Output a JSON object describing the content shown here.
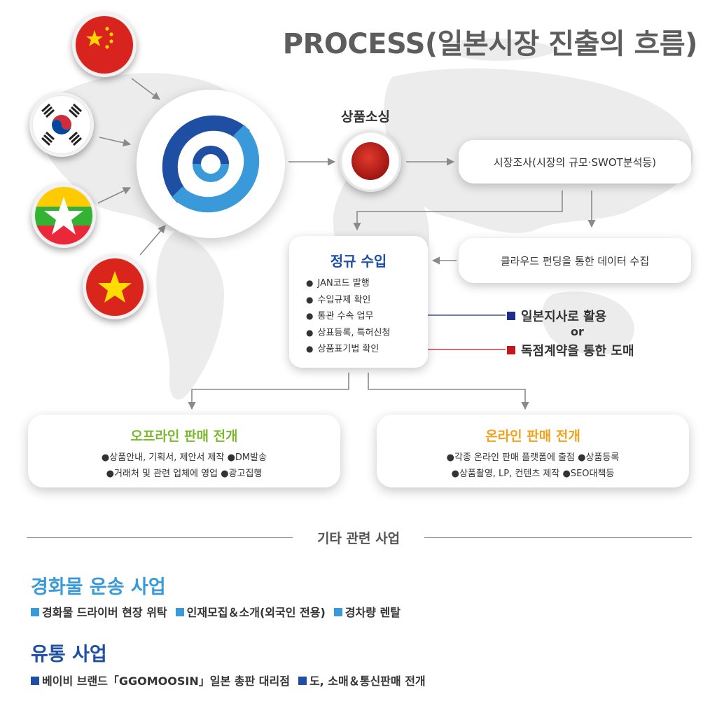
{
  "title": "PROCESS(일본시장 진출의 흐름)",
  "flags": {
    "china": "china-flag-icon",
    "korea": "korea-flag-icon",
    "myanmar": "myanmar-flag-icon",
    "vietnam": "vietnam-flag-icon",
    "japan": "japan-flag-icon"
  },
  "logo": "company-logo-icon",
  "sourcing": {
    "label": "상품소싱"
  },
  "market_research": "시장조사(시장의 규모·SWOT분석등)",
  "cloud_funding": "클라우드 펀딩을 통한 데이터 수집",
  "regular_import": {
    "title": "정규 수입",
    "items": [
      "JAN코드 발행",
      "수입규제 확인",
      "통관 수속 업무",
      "상표등록, 특허신청",
      "상품표기법 확인"
    ]
  },
  "branches": {
    "japan_branch": "일본지사로 활용",
    "or": "or",
    "exclusive": "독점계약을 통한 도매",
    "colors": {
      "japan_branch": "#1c2f8f",
      "exclusive": "#c4161c"
    }
  },
  "offline": {
    "title": "오프라인 판매 전개",
    "line1": "●상품안내, 기획서, 제안서 제작 ●DM발송",
    "line2": "●거래처 및 관련 업체에 영업  ●광고집행",
    "color": "#7cb82f"
  },
  "online": {
    "title": "온라인 판매 전개",
    "line1": "●각종 온라인 판매 플랫폼에 출점  ●상품등록",
    "line2": "●상품촬영, LP, 컨텐츠 제작  ●SEO대책등",
    "color": "#f0a21c"
  },
  "other": {
    "label": "기타 관련 사업"
  },
  "light_vehicle": {
    "title": "경화물 운송 사업",
    "items": [
      "경화물 드라이버 현장 위탁",
      "인재모집＆소개(외국인 전용)",
      "경차량 렌탈"
    ],
    "color": "#3a9ad9"
  },
  "distribution": {
    "title": "유통 사업",
    "items": [
      "베이비 브랜드「GGOMOOSIN」일본 총판 대리점",
      "도, 소매＆통신판매 전개"
    ],
    "color": "#1e4fa3"
  }
}
